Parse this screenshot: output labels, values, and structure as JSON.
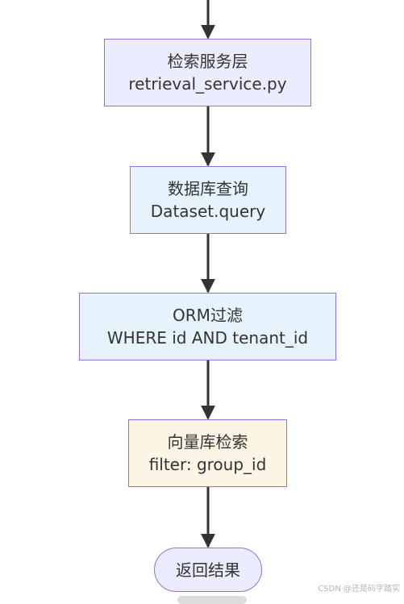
{
  "nodes": {
    "retrieval_service": {
      "line1": "检索服务层",
      "line2": "retrieval_service.py"
    },
    "dataset_query": {
      "line1": "数据库查询",
      "line2": "Dataset.query"
    },
    "orm_filter": {
      "line1": "ORM过滤",
      "line2": "WHERE id AND tenant_id"
    },
    "vector_search": {
      "line1": "向量库检索",
      "line2": "filter: group_id"
    },
    "return_result": {
      "label": "返回结果"
    }
  },
  "watermark": "CSDN @还是码字踏实",
  "colors": {
    "node_border": "#9370db",
    "edge": "#333333",
    "purple_fill": "#ececff",
    "blue_fill": "#e6f3fc",
    "orange_fill": "#fcf4e4"
  }
}
